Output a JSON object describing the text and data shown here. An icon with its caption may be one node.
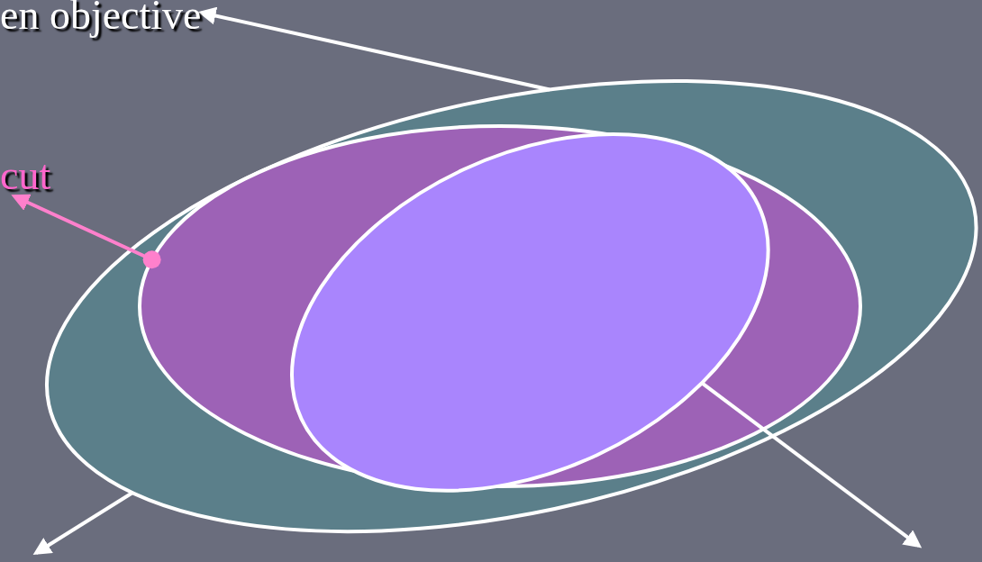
{
  "diagram": {
    "nodes": [
      {
        "text": [
          "en objective"
        ]
      },
      {
        "text": [
          "cut"
        ]
      },
      {
        "text": [],
        "shape": "ellipse"
      },
      {
        "text": [],
        "shape": "ellipse",
        "in": 2
      },
      {
        "text": [],
        "shape": "ellipse",
        "in": 3
      }
    ],
    "edges": [
      {
        "from": 2,
        "to": 0,
        "arrow": "to"
      },
      {
        "from": 3,
        "to": 1,
        "arrow": "to",
        "color": "#ff80cc"
      },
      {
        "from": 2,
        "to": null,
        "arrow": "to"
      },
      {
        "from": 4,
        "to": null,
        "arrow": "to"
      }
    ]
  }
}
